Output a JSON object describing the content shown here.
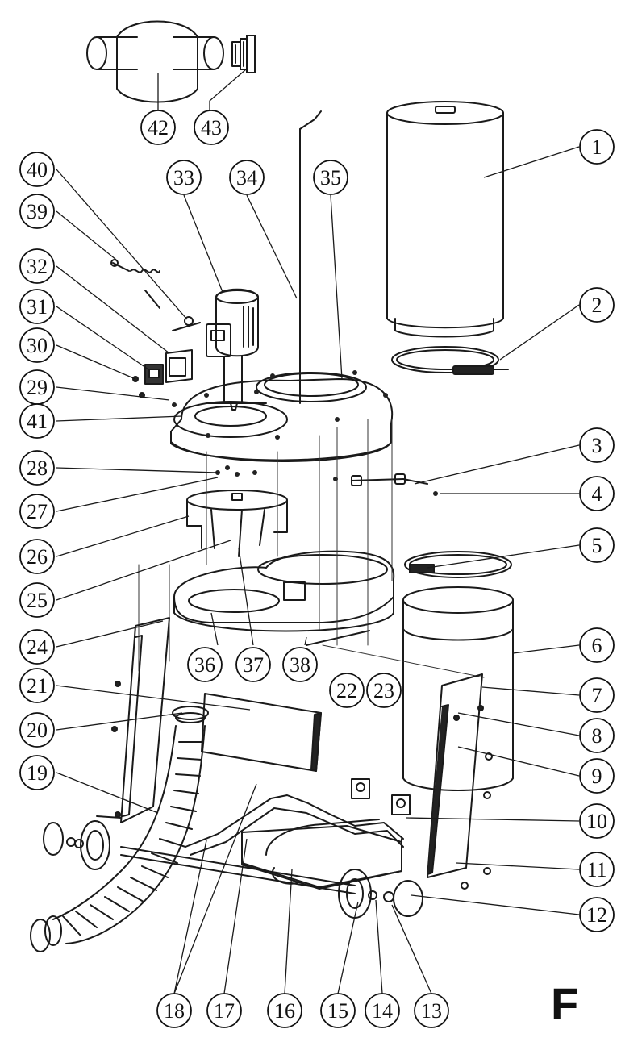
{
  "figure": {
    "letter": "F"
  },
  "callouts": [
    {
      "num": "1"
    },
    {
      "num": "2"
    },
    {
      "num": "3"
    },
    {
      "num": "4"
    },
    {
      "num": "5"
    },
    {
      "num": "6"
    },
    {
      "num": "7"
    },
    {
      "num": "8"
    },
    {
      "num": "9"
    },
    {
      "num": "10"
    },
    {
      "num": "11"
    },
    {
      "num": "12"
    },
    {
      "num": "13"
    },
    {
      "num": "14"
    },
    {
      "num": "15"
    },
    {
      "num": "16"
    },
    {
      "num": "17"
    },
    {
      "num": "18"
    },
    {
      "num": "19"
    },
    {
      "num": "20"
    },
    {
      "num": "21"
    },
    {
      "num": "22"
    },
    {
      "num": "23"
    },
    {
      "num": "24"
    },
    {
      "num": "25"
    },
    {
      "num": "26"
    },
    {
      "num": "27"
    },
    {
      "num": "28"
    },
    {
      "num": "29"
    },
    {
      "num": "30"
    },
    {
      "num": "31"
    },
    {
      "num": "32"
    },
    {
      "num": "33"
    },
    {
      "num": "34"
    },
    {
      "num": "35"
    },
    {
      "num": "36"
    },
    {
      "num": "37"
    },
    {
      "num": "38"
    },
    {
      "num": "39"
    },
    {
      "num": "40"
    },
    {
      "num": "41"
    },
    {
      "num": "42"
    },
    {
      "num": "43"
    }
  ]
}
